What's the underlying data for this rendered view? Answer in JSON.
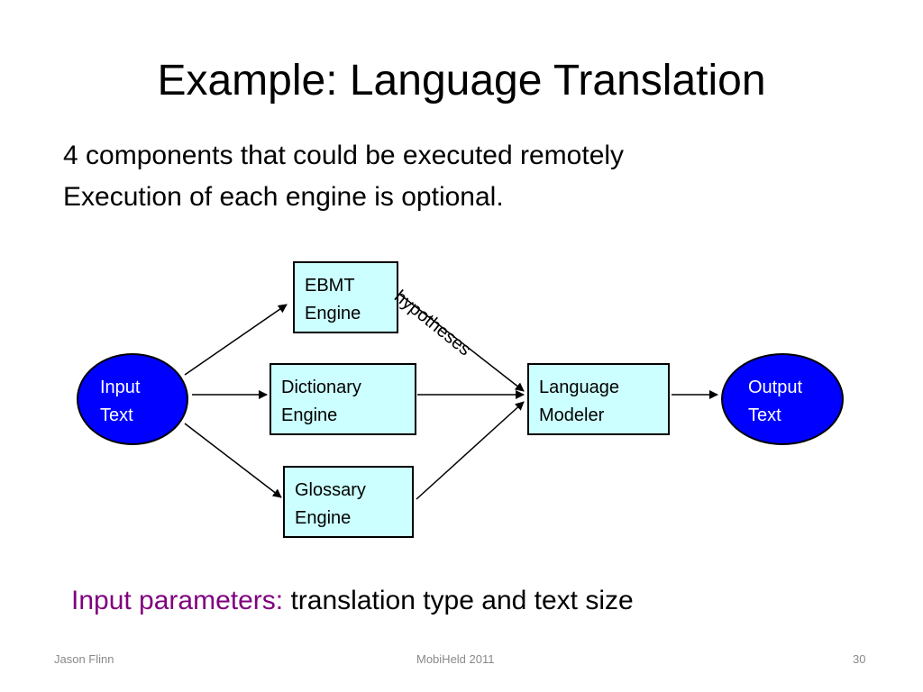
{
  "slide": {
    "title": "Example: Language Translation",
    "bullets": [
      "4 components that could be executed remotely",
      "Execution of each engine is optional."
    ],
    "params": {
      "label": "Input parameters:",
      "value": "translation type and text size"
    },
    "footer": {
      "author": "Jason Flinn",
      "event": "MobiHeld 2011",
      "page": "30"
    }
  },
  "diagram": {
    "nodes": {
      "input": [
        "Input",
        "Text"
      ],
      "ebmt": [
        "EBMT",
        "Engine"
      ],
      "dictionary": [
        "Dictionary",
        "Engine"
      ],
      "glossary": [
        "Glossary",
        "Engine"
      ],
      "modeler": [
        "Language",
        "Modeler"
      ],
      "output": [
        "Output",
        "Text"
      ]
    },
    "edge_label": "hypotheses",
    "colors": {
      "engine_fill": "#ccffff",
      "io_fill": "#0000ff",
      "params_label": "#7f007f"
    }
  }
}
